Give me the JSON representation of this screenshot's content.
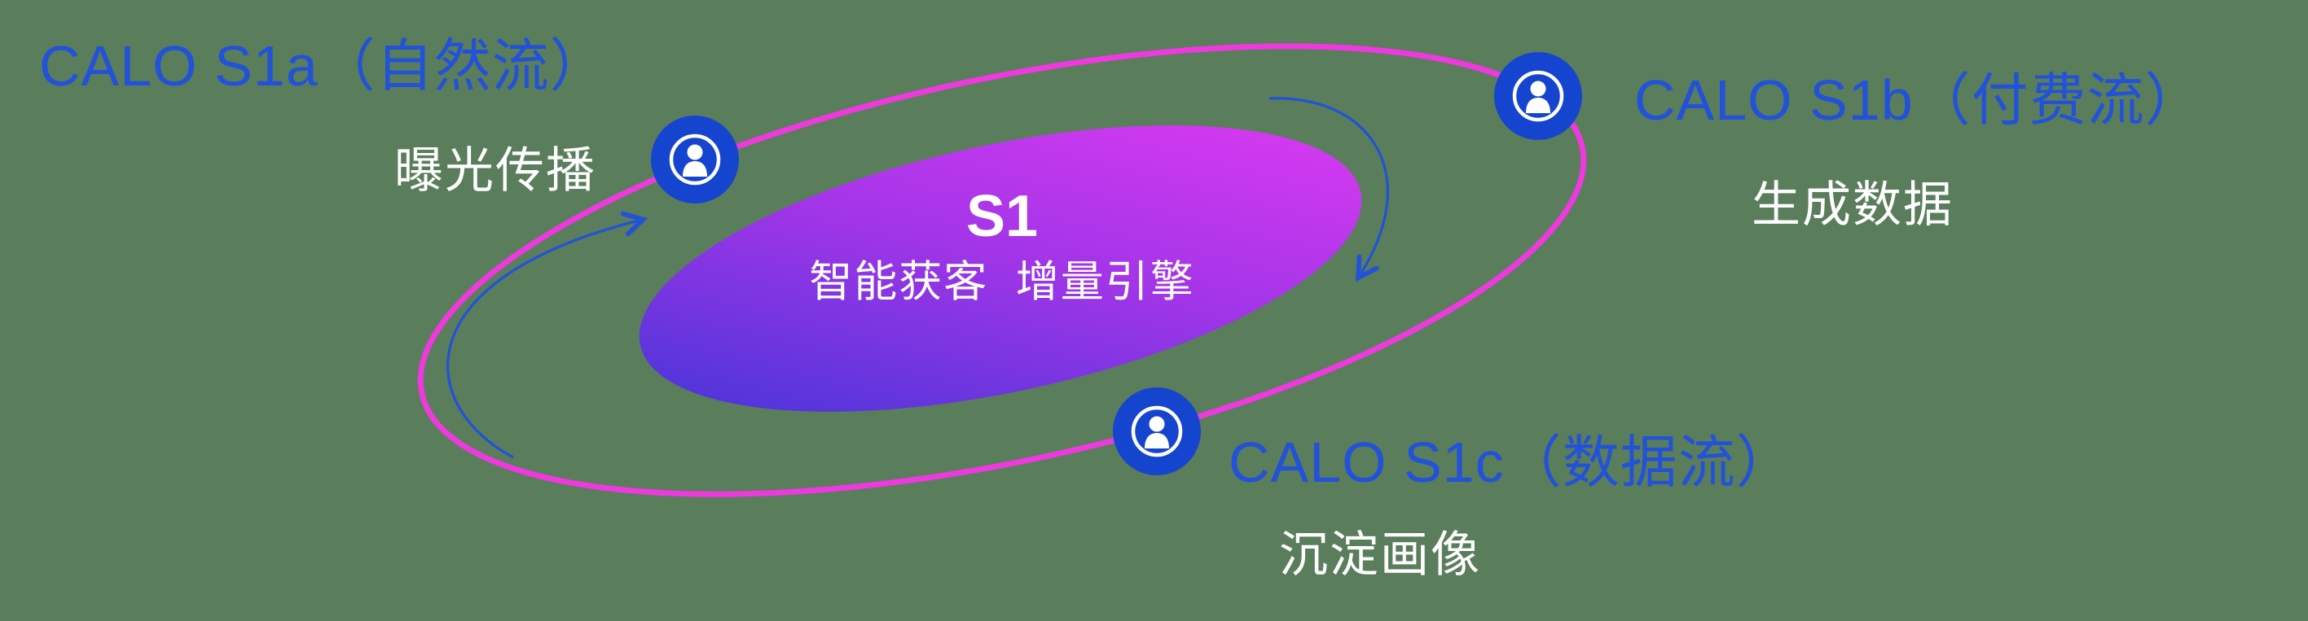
{
  "diagram": {
    "center": {
      "title": "S1",
      "subtitle": "智能获客  增量引擎"
    },
    "nodes": [
      {
        "id": "calo-s1a",
        "label": "CALO S1a（自然流）",
        "subtitle": "曝光传播",
        "icon": "person-icon"
      },
      {
        "id": "calo-s1b",
        "label": "CALO S1b（付费流）",
        "subtitle": "生成数据",
        "icon": "person-icon"
      },
      {
        "id": "calo-s1c",
        "label": "CALO S1c（数据流）",
        "subtitle": "沉淀画像",
        "icon": "person-icon"
      }
    ],
    "colors": {
      "background": "#5a7d5c",
      "label_text": "#2152d9",
      "subtitle_text": "#ffffff",
      "orbit_ring": "#ee39df",
      "node_fill": "#1545cf",
      "core_gradient_start": "#4435d8",
      "core_gradient_end": "#dd3af2",
      "arrow": "#2152d9"
    }
  }
}
